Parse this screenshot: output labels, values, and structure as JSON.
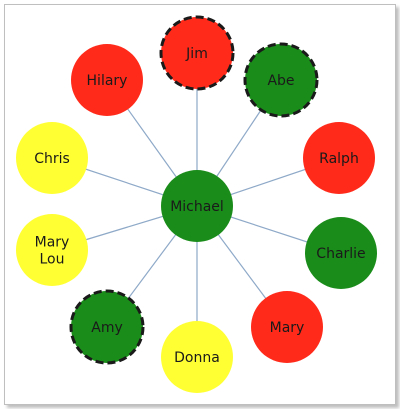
{
  "diagram": {
    "center": {
      "label": "Michael",
      "status": "green",
      "dashed": false
    },
    "nodes": [
      {
        "id": "jim",
        "lines": [
          "Jim"
        ],
        "status": "red",
        "dashed": true
      },
      {
        "id": "abe",
        "lines": [
          "Abe"
        ],
        "status": "green",
        "dashed": true
      },
      {
        "id": "ralph",
        "lines": [
          "Ralph"
        ],
        "status": "red",
        "dashed": false
      },
      {
        "id": "charlie",
        "lines": [
          "Charlie"
        ],
        "status": "green",
        "dashed": false
      },
      {
        "id": "mary",
        "lines": [
          "Mary"
        ],
        "status": "red",
        "dashed": false
      },
      {
        "id": "donna",
        "lines": [
          "Donna"
        ],
        "status": "yellow",
        "dashed": false
      },
      {
        "id": "amy",
        "lines": [
          "Amy"
        ],
        "status": "green",
        "dashed": true
      },
      {
        "id": "mary-lou",
        "lines": [
          "Mary",
          "Lou"
        ],
        "status": "yellow",
        "dashed": false
      },
      {
        "id": "chris",
        "lines": [
          "Chris"
        ],
        "status": "yellow",
        "dashed": false
      },
      {
        "id": "hilary",
        "lines": [
          "Hilary"
        ],
        "status": "red",
        "dashed": false
      }
    ]
  },
  "colors": {
    "red": "#ff2a1a",
    "green": "#1a8c1a",
    "yellow": "#ffff33",
    "connector": "#8ea9c8",
    "dash_border": "#1a1a1a"
  }
}
